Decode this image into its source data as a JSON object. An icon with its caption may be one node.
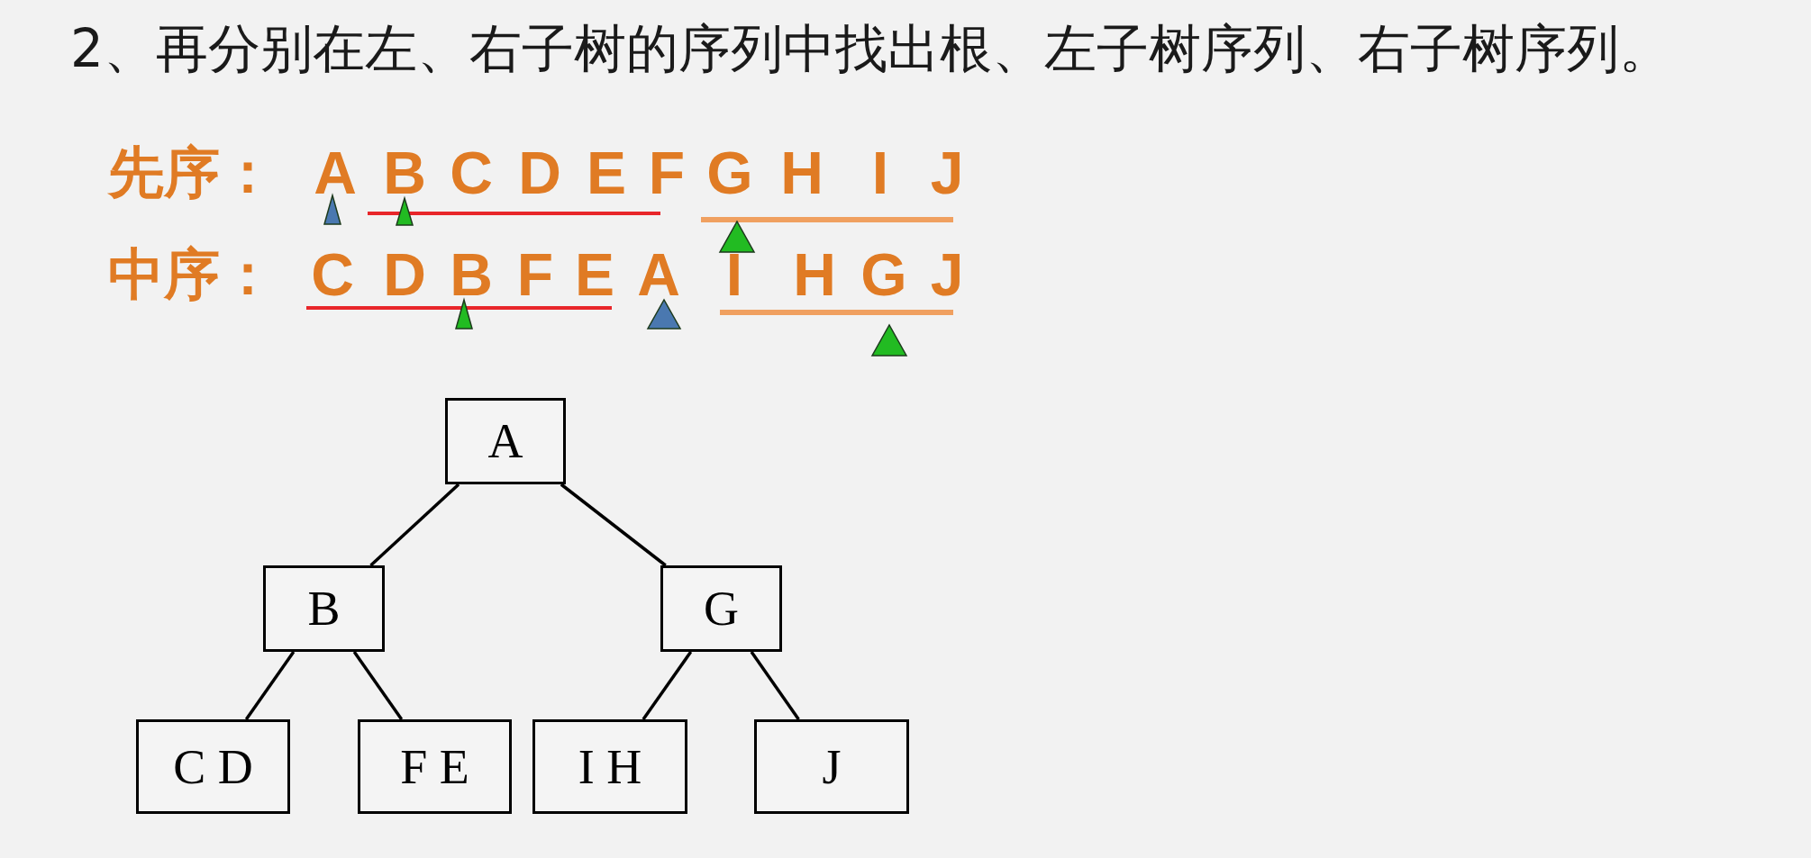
{
  "diagram": {
    "nodes": [
      {
        "text": [
          "A"
        ]
      },
      {
        "text": [
          "B"
        ]
      },
      {
        "text": [
          "G"
        ]
      },
      {
        "text": [
          "C D"
        ]
      },
      {
        "text": [
          "F E"
        ]
      },
      {
        "text": [
          "I H"
        ]
      },
      {
        "text": [
          "J"
        ]
      }
    ],
    "edges": [
      {
        "from": 0,
        "to": 1,
        "arrow": "none"
      },
      {
        "from": 0,
        "to": 2,
        "arrow": "none"
      },
      {
        "from": 1,
        "to": 3,
        "arrow": "none"
      },
      {
        "from": 1,
        "to": 4,
        "arrow": "none"
      },
      {
        "from": 2,
        "to": 5,
        "arrow": "none"
      },
      {
        "from": 2,
        "to": 6,
        "arrow": "none"
      }
    ],
    "labels": [
      "2、再分别在左、右子树的序列中找出根、左子树序列、右子树序列。",
      "先序：",
      "A",
      "B",
      "C",
      "D",
      "E",
      "F",
      "G",
      "H",
      "I",
      "J",
      "中序：",
      "C",
      "D",
      "B",
      "F",
      "E",
      "A",
      "I",
      "H",
      "G",
      "J"
    ]
  }
}
